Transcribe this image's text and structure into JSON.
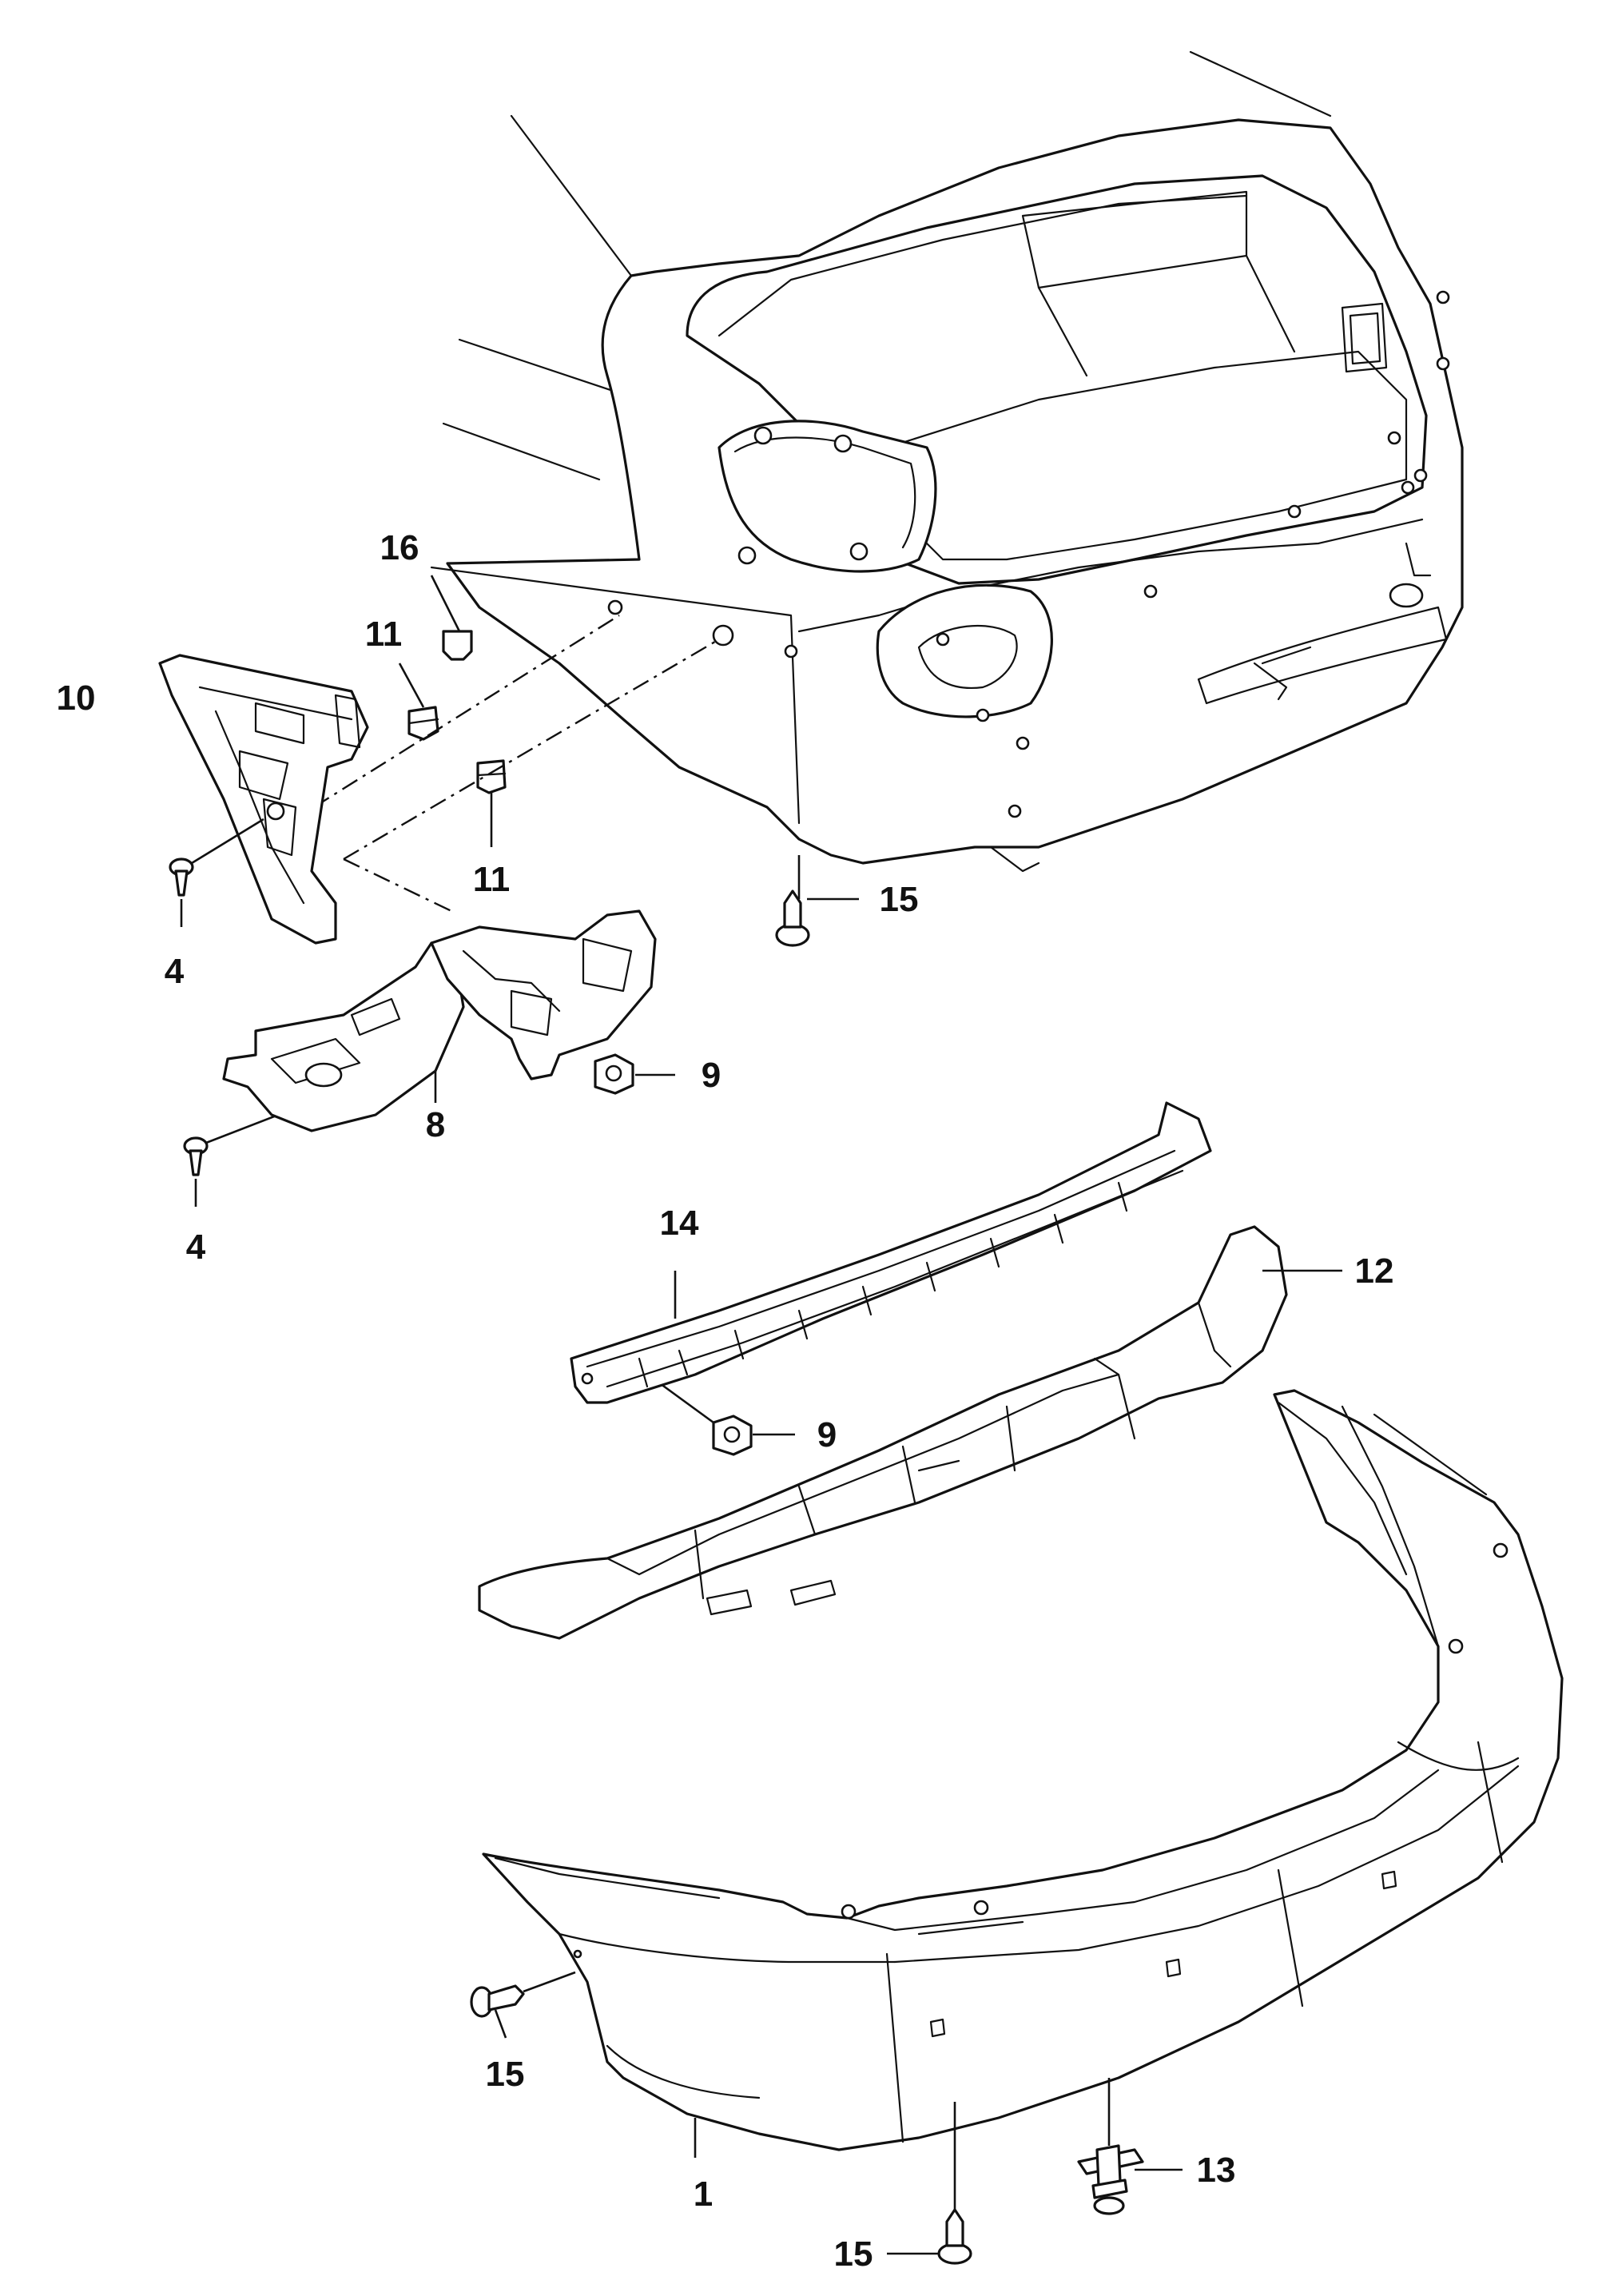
{
  "callouts": [
    {
      "id": "c16",
      "text": "16"
    },
    {
      "id": "c11a",
      "text": "11"
    },
    {
      "id": "c10",
      "text": "10"
    },
    {
      "id": "c11b",
      "text": "11"
    },
    {
      "id": "c4a",
      "text": "4"
    },
    {
      "id": "c15a",
      "text": "15"
    },
    {
      "id": "c9a",
      "text": "9"
    },
    {
      "id": "c8",
      "text": "8"
    },
    {
      "id": "c4b",
      "text": "4"
    },
    {
      "id": "c14",
      "text": "14"
    },
    {
      "id": "c12",
      "text": "12"
    },
    {
      "id": "c9b",
      "text": "9"
    },
    {
      "id": "c15b",
      "text": "15"
    },
    {
      "id": "c1",
      "text": "1"
    },
    {
      "id": "c13",
      "text": "13"
    },
    {
      "id": "c15c",
      "text": "15"
    }
  ]
}
